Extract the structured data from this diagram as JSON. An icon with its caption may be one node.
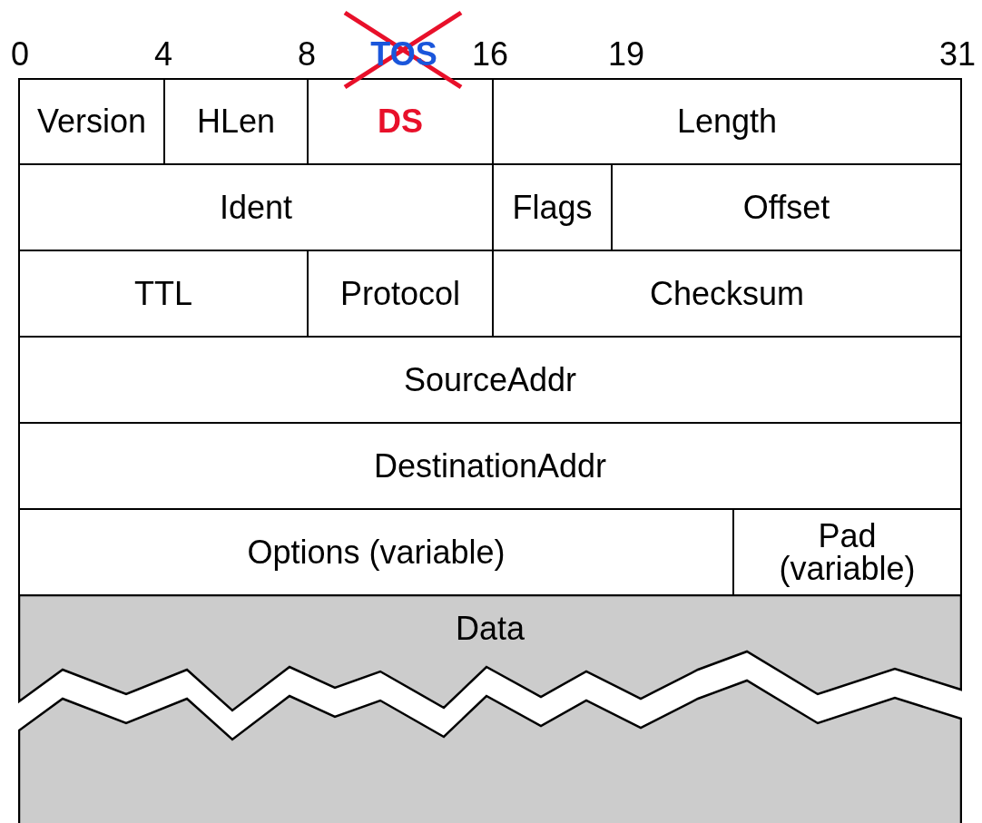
{
  "diagram": {
    "nodes": [
      {
        "text": [
          "Version"
        ]
      },
      {
        "text": [
          "HLen"
        ]
      },
      {
        "text": [
          "DS"
        ]
      },
      {
        "text": [
          "Length"
        ]
      },
      {
        "text": [
          "Ident"
        ]
      },
      {
        "text": [
          "Flags"
        ]
      },
      {
        "text": [
          "Offset"
        ]
      },
      {
        "text": [
          "TTL"
        ]
      },
      {
        "text": [
          "Protocol"
        ]
      },
      {
        "text": [
          "Checksum"
        ]
      },
      {
        "text": [
          "SourceAddr"
        ]
      },
      {
        "text": [
          "DestinationAddr"
        ]
      },
      {
        "text": [
          "Options (variable)"
        ]
      },
      {
        "text": [
          "Pad (variable)"
        ]
      },
      {
        "text": [
          "Data"
        ]
      }
    ],
    "labels": [
      "0",
      "4",
      "8",
      "TOS",
      "16",
      "19",
      "31"
    ]
  }
}
